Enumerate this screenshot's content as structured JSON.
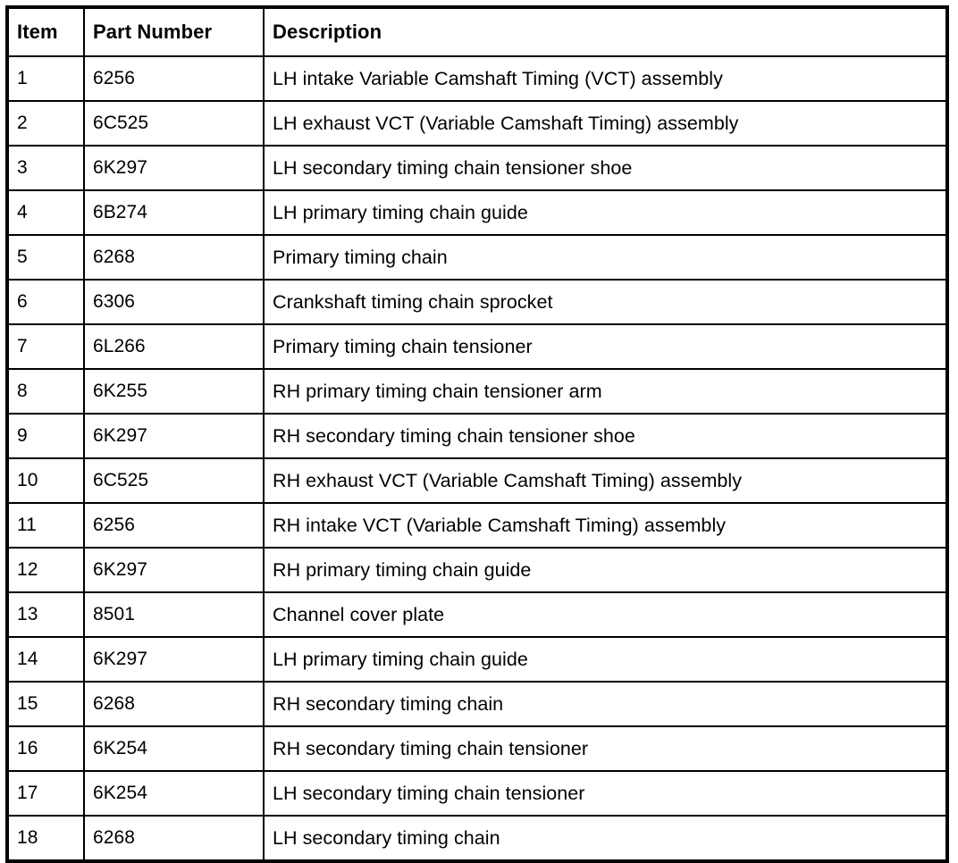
{
  "document": {
    "type": "parts-reference-table",
    "background_color": "#ffffff",
    "text_color": "#000000",
    "border_color": "#000000"
  },
  "table": {
    "columns": [
      {
        "key": "item",
        "label": "Item"
      },
      {
        "key": "part_number",
        "label": "Part Number"
      },
      {
        "key": "description",
        "label": "Description"
      }
    ],
    "rows": [
      {
        "item": "1",
        "part_number": "6256",
        "description": "LH intake Variable Camshaft Timing (VCT) assembly"
      },
      {
        "item": "2",
        "part_number": "6C525",
        "description": "LH exhaust VCT (Variable Camshaft Timing) assembly"
      },
      {
        "item": "3",
        "part_number": "6K297",
        "description": "LH secondary timing chain tensioner shoe"
      },
      {
        "item": "4",
        "part_number": "6B274",
        "description": "LH primary timing chain guide"
      },
      {
        "item": "5",
        "part_number": "6268",
        "description": "Primary timing chain"
      },
      {
        "item": "6",
        "part_number": "6306",
        "description": "Crankshaft timing chain sprocket"
      },
      {
        "item": "7",
        "part_number": "6L266",
        "description": "Primary timing chain tensioner"
      },
      {
        "item": "8",
        "part_number": "6K255",
        "description": "RH primary timing chain tensioner arm"
      },
      {
        "item": "9",
        "part_number": "6K297",
        "description": "RH secondary timing chain tensioner shoe"
      },
      {
        "item": "10",
        "part_number": "6C525",
        "description": "RH exhaust VCT (Variable Camshaft Timing) assembly"
      },
      {
        "item": "11",
        "part_number": "6256",
        "description": "RH intake VCT (Variable Camshaft Timing) assembly"
      },
      {
        "item": "12",
        "part_number": "6K297",
        "description": "RH primary timing chain guide"
      },
      {
        "item": "13",
        "part_number": "8501",
        "description": "Channel cover plate"
      },
      {
        "item": "14",
        "part_number": "6K297",
        "description": "LH primary timing chain guide"
      },
      {
        "item": "15",
        "part_number": "6268",
        "description": "RH secondary timing chain"
      },
      {
        "item": "16",
        "part_number": "6K254",
        "description": "RH secondary timing chain tensioner"
      },
      {
        "item": "17",
        "part_number": "6K254",
        "description": "LH secondary timing chain tensioner"
      },
      {
        "item": "18",
        "part_number": "6268",
        "description": "LH secondary timing chain"
      }
    ]
  }
}
